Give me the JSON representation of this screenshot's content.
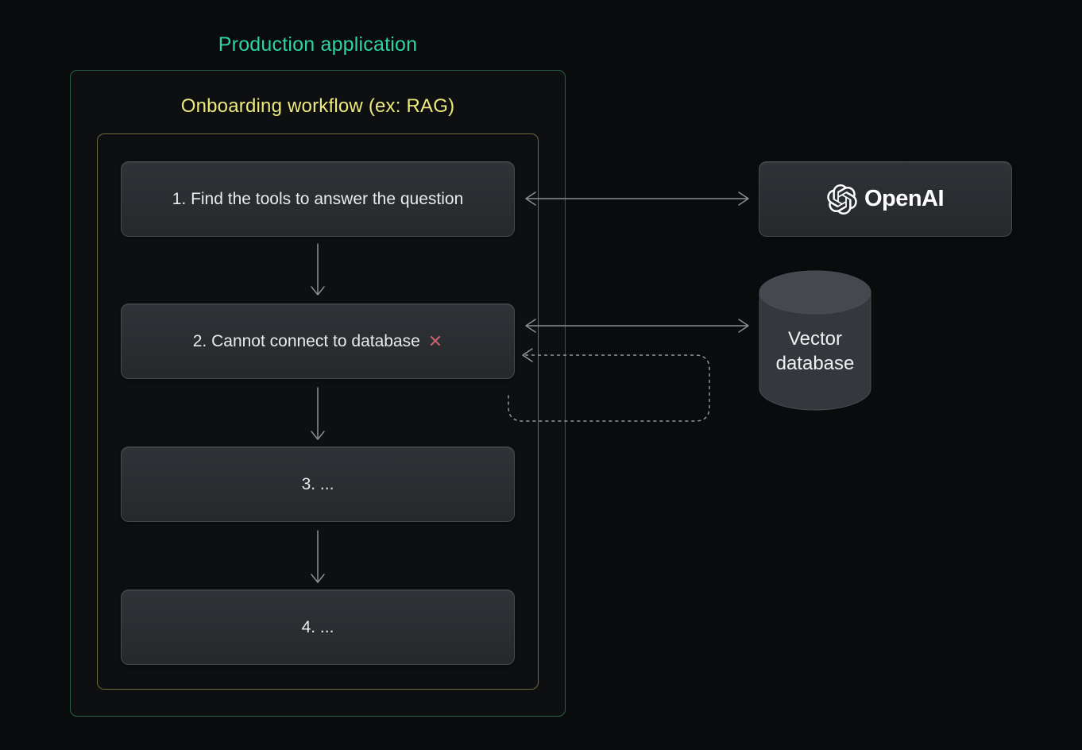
{
  "titles": {
    "production": "Production application",
    "workflow": "Onboarding workflow (ex: RAG)"
  },
  "steps": [
    {
      "label": "1.  Find the tools to answer the question"
    },
    {
      "label": "2.  Cannot connect to database",
      "error_icon": "✕"
    },
    {
      "label": "3. ..."
    },
    {
      "label": "4. ..."
    }
  ],
  "services": {
    "openai": {
      "label": "OpenAI"
    },
    "vector_db": {
      "line1": "Vector",
      "line2": "database"
    }
  },
  "colors": {
    "production_accent": "#2dd49e",
    "workflow_accent": "#ece97d",
    "border_green": "#27604a",
    "border_yellow": "#6f6c3f",
    "error": "#c2636b",
    "connector": "#8a8e95",
    "box_border": "#45484d",
    "box_top": "#2f3236",
    "box_bottom": "#26282c",
    "cylinder_body": "#34373c",
    "cylinder_top": "#45484e",
    "background": "#0a0b0d",
    "text_primary": "#e8eaec"
  }
}
